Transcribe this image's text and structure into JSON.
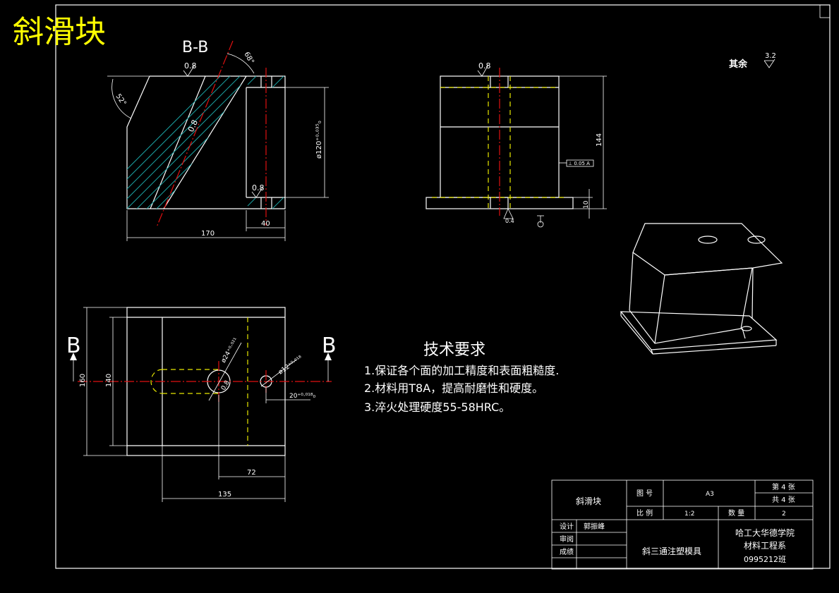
{
  "title": "斜滑块",
  "section_label": "B-B",
  "other_roughness": {
    "label": "其余",
    "value": "3.2"
  },
  "section_view": {
    "roughness_top": "0.8",
    "roughness_incline": "0.8",
    "roughness_hole": "0.8",
    "angle_top": "68°",
    "angle_left": "52°",
    "dim_width": "170",
    "dim_right": "40",
    "dim_hole": "ø120⁺⁰·⁰³⁵₀"
  },
  "front_view": {
    "roughness_top": "0.8",
    "roughness_bottom": "0.4",
    "dim_height": "144",
    "dim_base": "10",
    "tolerance_frame": "⊥ 0.05 A"
  },
  "top_view": {
    "arrow_label_left": "B",
    "arrow_label_right": "B",
    "dim_height_outer": "160",
    "dim_height_inner": "140",
    "dim_72": "72",
    "dim_135": "135",
    "dim_20": "20⁺⁰·⁰¹⁸₀",
    "dim_hole_1": "ø24⁺⁰·⁰²¹",
    "roughness_hole": "0.8",
    "dim_hole_2": "ø12⁺⁰·⁰¹⁸"
  },
  "requirements": {
    "heading": "技术要求",
    "items": [
      "1.保证各个面的加工精度和表面粗糙度.",
      "2.材料用T8A，提高耐磨性和硬度。",
      "3.淬火处理硬度55-58HRC。"
    ]
  },
  "title_block": {
    "part_name": "斜滑块",
    "drawing_no_label": "图 号",
    "drawing_no_value": "A3",
    "sheet_label": "第 4 张",
    "total_label": "共 4 张",
    "scale_label": "比 例",
    "scale_value": "1:2",
    "qty_label": "数 量",
    "qty_value": "2",
    "design_label": "设计",
    "designer": "郭振峰",
    "review_label": "审阅",
    "score_label": "成绩",
    "project": "斜三通注塑模具",
    "school": "哈工大华德学院",
    "department": "材料工程系",
    "class_no": "0995212班"
  },
  "colors": {
    "background": "#000000",
    "line": "#ffffff",
    "title": "#ffff00",
    "center": "#e01010",
    "hidden": "#e8e800",
    "hatch": "#1aa0a0"
  }
}
